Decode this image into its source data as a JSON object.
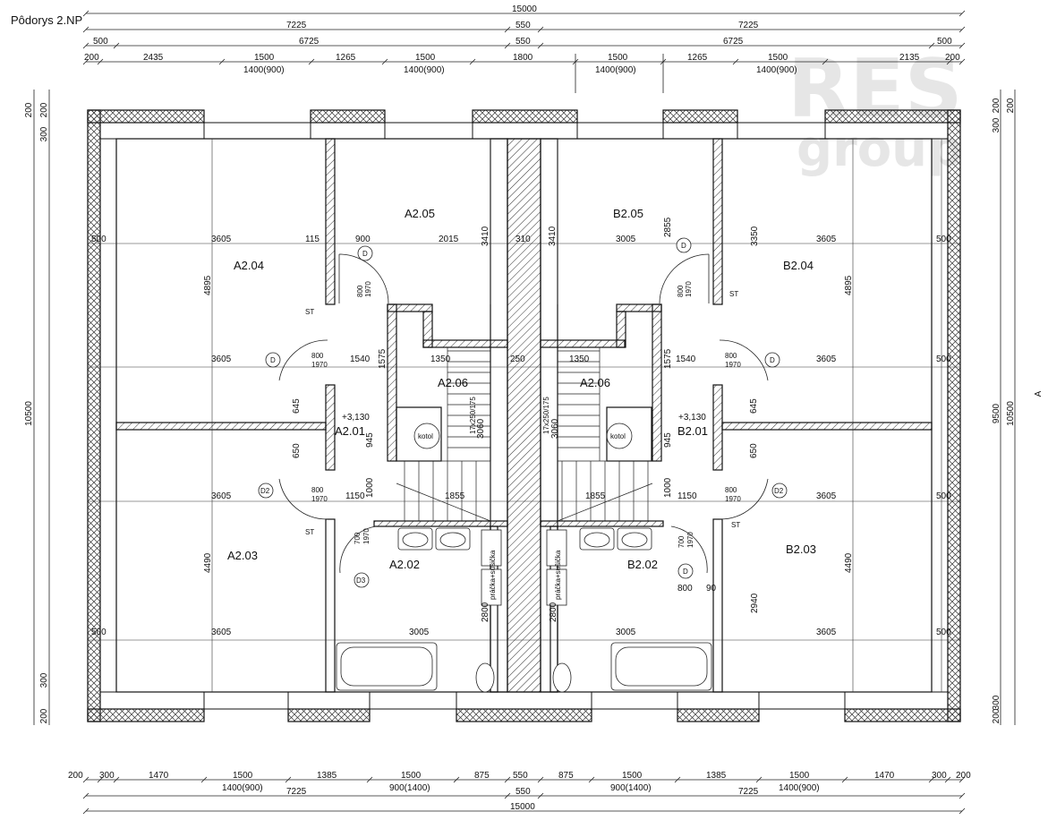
{
  "title": "Pôdorys 2.NP",
  "watermark": {
    "line1": "RES",
    "line2": "group"
  },
  "dims_top": {
    "row1": [
      "15000"
    ],
    "row2": [
      "7225",
      "550",
      "7225"
    ],
    "row3": [
      "500",
      "6725",
      "550",
      "6725",
      "500"
    ],
    "row4": [
      "200",
      "2435",
      "1500",
      "1265",
      "1500",
      "1800",
      "1500",
      "1265",
      "1500",
      "2135",
      "200"
    ],
    "row4_sub": [
      "1400(900)",
      "1400(900)",
      "1400(900)",
      "1400(900)"
    ]
  },
  "dims_bottom": {
    "row1": [
      "200",
      "300",
      "1470",
      "1500",
      "1385",
      "1500",
      "875",
      "550",
      "875",
      "1500",
      "1385",
      "1500",
      "1470",
      "300",
      "200"
    ],
    "row1_sub": [
      "1400(900)",
      "900(1400)",
      "900(1400)",
      "1400(900)"
    ],
    "row2": [
      "7225",
      "550",
      "7225"
    ],
    "row3": [
      "15000"
    ]
  },
  "dims_left": [
    "200",
    "200",
    "300",
    "10500",
    "300",
    "200"
  ],
  "dims_right": [
    "300",
    "200",
    "200",
    "9500",
    "10500",
    "300",
    "200"
  ],
  "rooms": [
    {
      "id": "A2.05",
      "label": "A2.05"
    },
    {
      "id": "B2.05",
      "label": "B2.05"
    },
    {
      "id": "A2.04",
      "label": "A2.04"
    },
    {
      "id": "B2.04",
      "label": "B2.04"
    },
    {
      "id": "A2.06",
      "label": "A2.06"
    },
    {
      "id": "B2.06",
      "label": "A2.06"
    },
    {
      "id": "A2.01",
      "label": "A2.01"
    },
    {
      "id": "B2.01",
      "label": "B2.01"
    },
    {
      "id": "A2.03",
      "label": "A2.03"
    },
    {
      "id": "B2.03",
      "label": "B2.03"
    },
    {
      "id": "A2.02",
      "label": "A2.02"
    },
    {
      "id": "B2.02",
      "label": "B2.02"
    }
  ],
  "inner_dims": {
    "d3605": "3605",
    "d500": "500",
    "d115": "115",
    "d900": "900",
    "d2015": "2015",
    "d3410": "3410",
    "d310": "310",
    "d3005": "3005",
    "d2855": "2855",
    "d3350": "3350",
    "d4895": "4895",
    "d1540": "1540",
    "d1575": "1575",
    "d1350": "1350",
    "d250": "250",
    "d945": "945",
    "d645": "645",
    "d650": "650",
    "d1150": "1150",
    "d1000": "1000",
    "d1855": "1855",
    "d4490": "4490",
    "d2800": "2800",
    "d2940": "2940",
    "d800": "800",
    "d90": "90",
    "d9500": "9500",
    "d10500": "10500",
    "stairs": "17x250/175",
    "stairs_h": "3060",
    "elev": "+3,130"
  },
  "door_tags": {
    "d800": "800",
    "d1970": "1970",
    "d700": "700",
    "ST": "ST"
  },
  "door_marks": [
    "D",
    "D",
    "D",
    "D",
    "D2",
    "D2",
    "D3",
    "D"
  ],
  "fixtures": {
    "boiler": "kotol",
    "laundry": "práčka+sušička"
  },
  "section_mark": "A"
}
